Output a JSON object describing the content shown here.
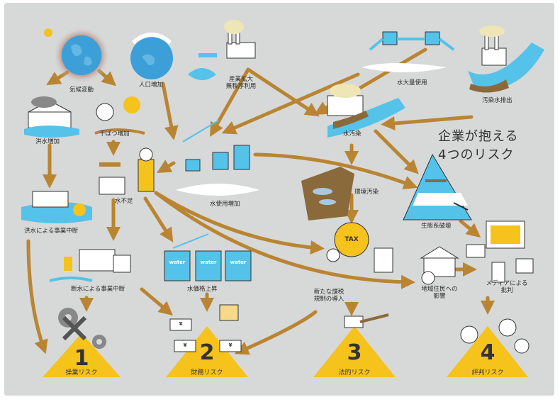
{
  "title": {
    "line1": "企業が抱える",
    "line2": "4つのリスク"
  },
  "labels": {
    "climate_change": "気候変動",
    "population_growth": "人口増加",
    "industry_expansion": "産業拡大\n無秩序利用",
    "water_mass_use": "水大量使用",
    "polluted_discharge": "汚染水排出",
    "flood_increase": "洪水増加",
    "drought_increase": "干ばつ増加",
    "water_pollution": "水汚染",
    "water_shortage": "水不足",
    "water_use_increase": "水使用増加",
    "env_pollution": "環境汚染",
    "flood_disruption": "洪水による事業中断",
    "water_cut_disruption": "断水による事業中断",
    "water_price_rise": "水価格上昇",
    "new_tax_regulation": "新たな課税\n規制の導入",
    "ecosystem_destruction": "生態系破壊",
    "local_residents": "地域住民への\n影響",
    "media_criticism": "メディアによる\n批判"
  },
  "risks": [
    {
      "num": "1",
      "label": "操業リスク"
    },
    {
      "num": "2",
      "label": "財務リスク"
    },
    {
      "num": "3",
      "label": "法的リスク"
    },
    {
      "num": "4",
      "label": "評判リスク"
    }
  ],
  "icon_text": {
    "tax": "TAX",
    "water": "water",
    "yen": "¥"
  },
  "colors": {
    "arrow": "#b98532",
    "water": "#55c2ea",
    "triangle": "#f6c21c",
    "earth": "#3c9fd8",
    "bg": "#d7d8d8"
  }
}
